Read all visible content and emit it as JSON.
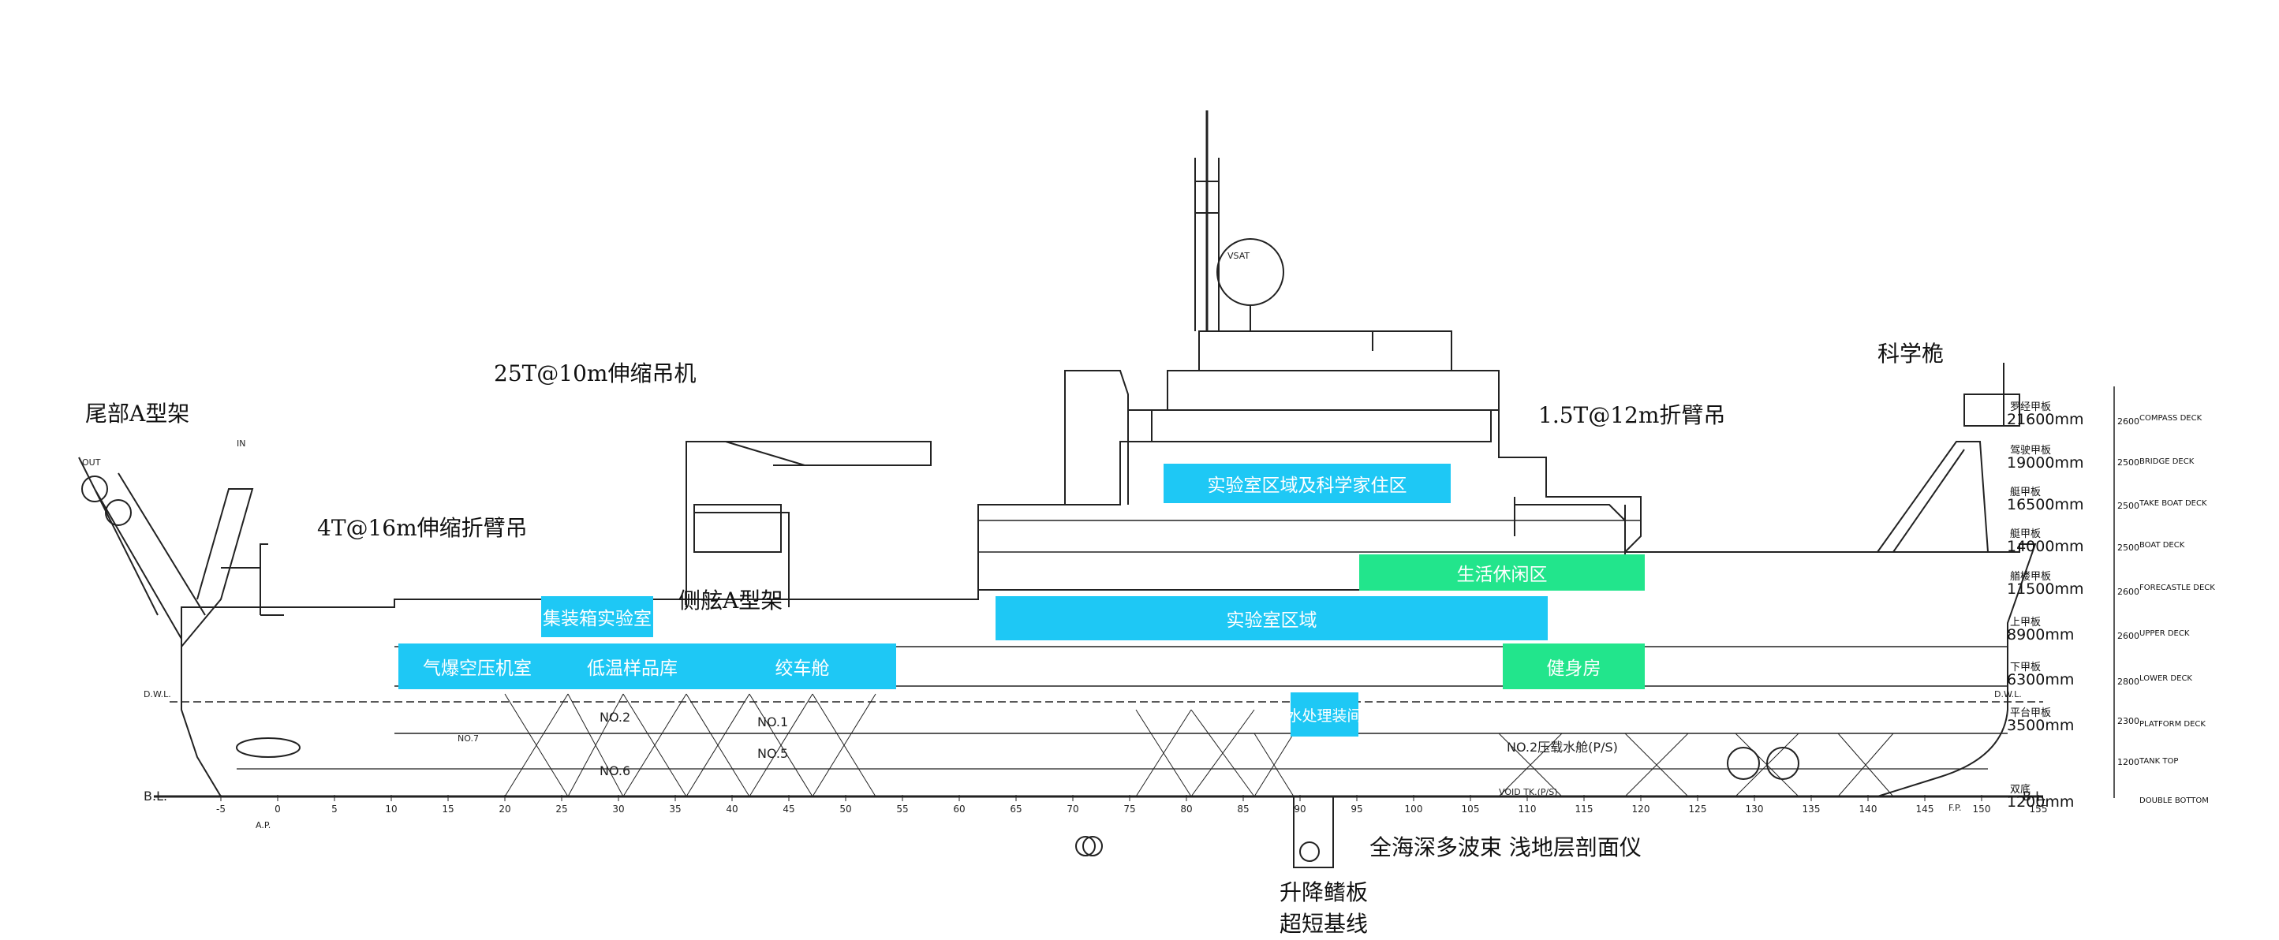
{
  "callouts": {
    "stern_a_frame": "尾部A型架",
    "crane_25t": "25T@10m伸缩吊机",
    "crane_4t": "4T@16m伸缩折臂吊",
    "side_a_frame": "侧舷A型架",
    "crane_1_5t": "1.5T@12m折臂吊",
    "science_mast": "科学桅",
    "multibeam": "全海深多波束 浅地层剖面仪",
    "fin_board": "升降鳍板",
    "usbl": "超短基线"
  },
  "zones": {
    "lab_and_scientist": "实验室区域及科学家住区",
    "leisure": "生活休闲区",
    "container_lab": "集装箱实验室",
    "lab_area": "实验室区域",
    "gas_compressor": "气爆空压机室",
    "cold_storage": "低温样品库",
    "winch_room": "绞车舱",
    "gym": "健身房",
    "water_treatment": "水处理装间"
  },
  "decks": [
    {
      "cn": "罗经甲板",
      "mm": "21600mm",
      "en": "COMPASS DECK"
    },
    {
      "cn": "驾驶甲板",
      "mm": "19000mm",
      "en": "BRIDGE DECK"
    },
    {
      "cn": "艇甲板",
      "mm": "16500mm",
      "en": "TAKE BOAT DECK"
    },
    {
      "cn": "艇甲板",
      "mm": "14000mm",
      "en": "BOAT DECK"
    },
    {
      "cn": "艏楼甲板",
      "mm": "11500mm",
      "en": "FORECASTLE DECK"
    },
    {
      "cn": "上甲板",
      "mm": "8900mm",
      "en": "UPPER DECK"
    },
    {
      "cn": "下甲板",
      "mm": "6300mm",
      "en": "LOWER DECK"
    },
    {
      "cn": "平台甲板",
      "mm": "3500mm",
      "en": "PLATFORM DECK"
    },
    {
      "cn": "",
      "mm": "",
      "en": "TANK TOP"
    },
    {
      "cn": "双底",
      "mm": "1200mm",
      "en": "DOUBLE BOTTOM"
    }
  ],
  "spacings": [
    "2600",
    "2500",
    "2500",
    "2500",
    "2600",
    "2600",
    "2800",
    "2300",
    "1200"
  ],
  "labels": {
    "vsat": "VSAT",
    "dwl": "D.W.L.",
    "bl": "B.L.",
    "ap": "A.P.",
    "fp": "F.P.",
    "no2": "NO.2",
    "no1": "NO.1",
    "no5": "NO.5",
    "no6": "NO.6",
    "no7": "NO.7",
    "no2ps": "NO.2压载水舱(P/S)",
    "void": "VOID TK.(P/S)",
    "out": "OUT",
    "in": "IN"
  },
  "frames": [
    "-5",
    "0",
    "5",
    "10",
    "15",
    "20",
    "25",
    "30",
    "35",
    "40",
    "45",
    "50",
    "55",
    "60",
    "65",
    "70",
    "75",
    "80",
    "85",
    "90",
    "95",
    "100",
    "105",
    "110",
    "115",
    "120",
    "125",
    "130",
    "135",
    "140",
    "145",
    "150",
    "155"
  ],
  "colors": {
    "lab": "#1ec8f5",
    "life": "#22e58c",
    "line": "#222222"
  }
}
